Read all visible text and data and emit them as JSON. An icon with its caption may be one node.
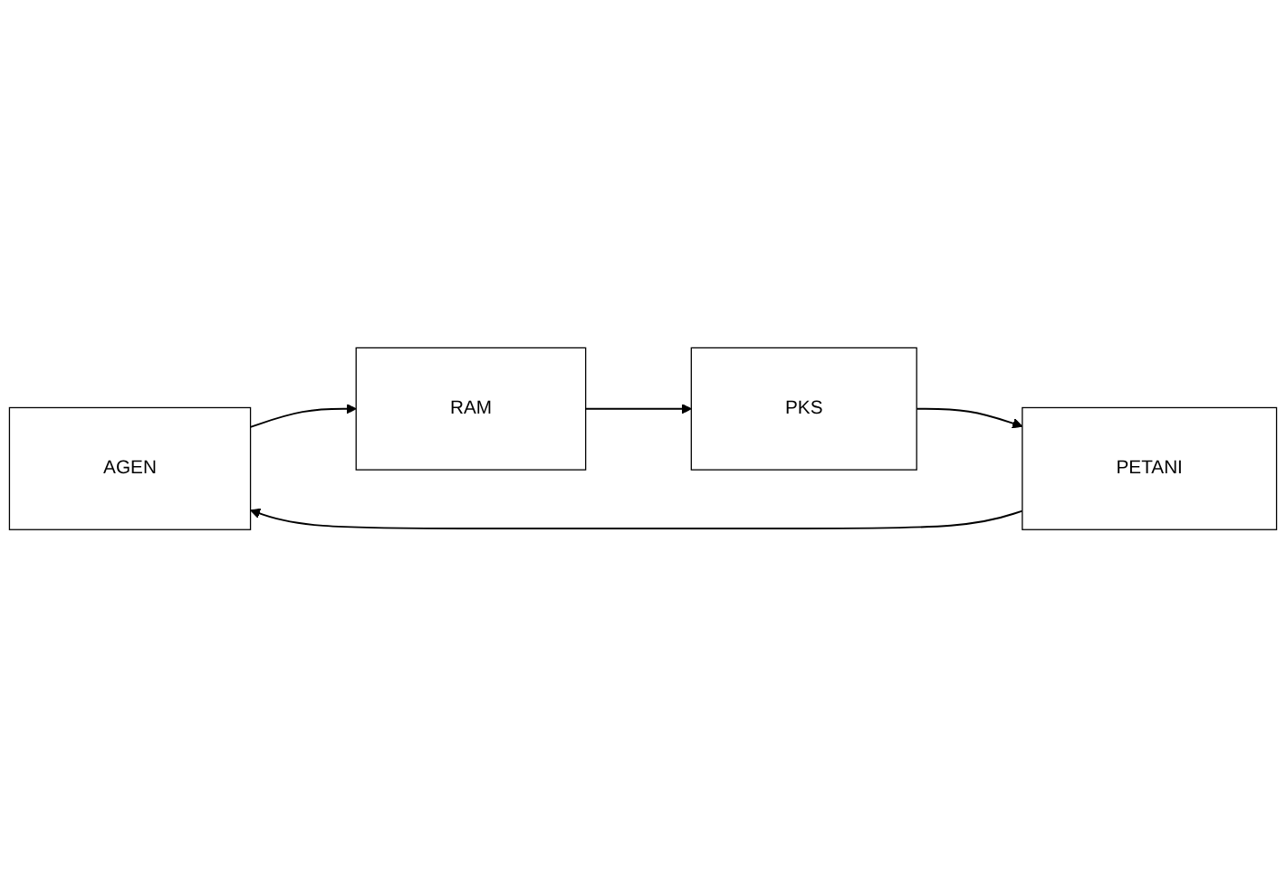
{
  "diagram": {
    "nodes": [
      {
        "text": [
          "AGEN"
        ]
      },
      {
        "text": [
          "RAM"
        ]
      },
      {
        "text": [
          "PETANI"
        ]
      },
      {
        "text": [
          "PKS"
        ]
      }
    ],
    "edges": [
      {
        "from": 0,
        "to": 1,
        "arrow": "to"
      },
      {
        "from": 1,
        "to": 3,
        "arrow": "to"
      },
      {
        "from": 3,
        "to": 2,
        "arrow": "to"
      },
      {
        "from": 2,
        "to": 0,
        "arrow": "to"
      }
    ]
  }
}
